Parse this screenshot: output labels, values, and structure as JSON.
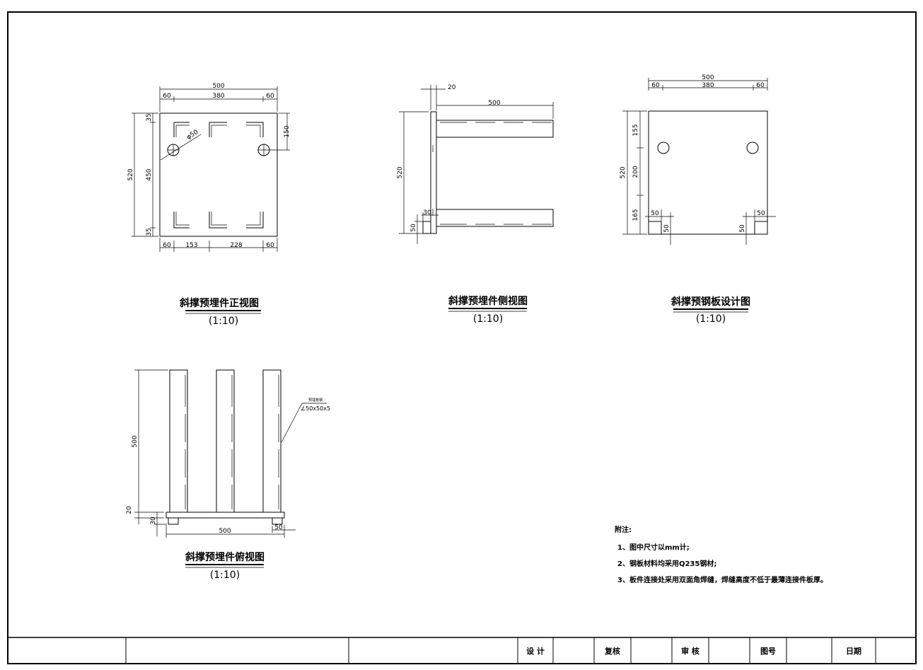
{
  "drawing": {
    "views": {
      "front": {
        "title": "斜撑预埋件正视图",
        "scale": "(1:10)",
        "dims": {
          "top_total": "500",
          "top_left": "60",
          "top_mid": "380",
          "top_right": "60",
          "left_total": "520",
          "left_top": "35",
          "left_mid": "450",
          "left_bottom": "35",
          "right": "150",
          "hole": "φ50",
          "bottom_left": "60",
          "bottom_a": "153",
          "bottom_b": "228",
          "bottom_right": "60"
        }
      },
      "side": {
        "title": "斜撑预埋件侧视图",
        "scale": "(1:10)",
        "dims": {
          "plate": "20",
          "length": "500",
          "height": "520",
          "a": "30",
          "b": "50"
        }
      },
      "plate": {
        "title": "斜撑预钢板设计图",
        "scale": "(1:10)",
        "dims": {
          "top_total": "500",
          "top_left": "60",
          "top_mid": "380",
          "top_right": "60",
          "left_total": "520",
          "left_top": "155",
          "left_mid": "200",
          "left_bottom": "165",
          "notch_left_w": "50",
          "notch_left_h": "50",
          "notch_right_w": "50",
          "notch_right_h": "50"
        }
      },
      "plan": {
        "title": "斜撑预埋件俯视图",
        "scale": "(1:10)",
        "dims": {
          "height": "500",
          "plate": "20",
          "base": "30",
          "width": "500",
          "right": "50"
        },
        "callout_title": "预埋角钢",
        "callout_spec": "∠50x50x5"
      }
    },
    "notes": {
      "heading": "附注:",
      "items": [
        "1、图中尺寸以mm计;",
        "2、钢板材料均采用Q235钢材;",
        "3、板件连接处采用双面角焊缝，焊缝高度不低于最薄连接件板厚。"
      ]
    },
    "title_block": {
      "design": "设 计",
      "review": "复核",
      "approve": "审 核",
      "drawing_no": "图号",
      "date": "日期"
    }
  }
}
